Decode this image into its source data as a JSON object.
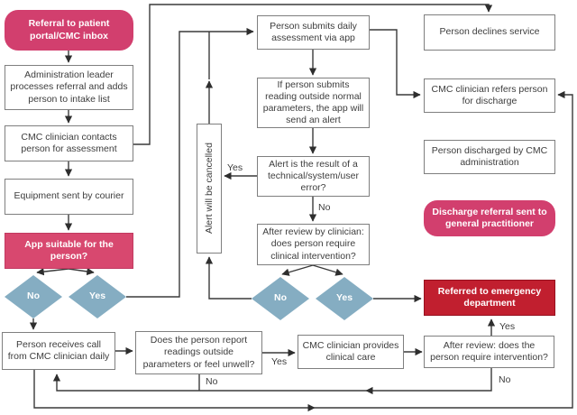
{
  "colors": {
    "pink_rounded": "#d23f6e",
    "pink_fill": "#d8486f",
    "red_fill": "#c11f2f",
    "diamond_blue": "#85adc2",
    "box_border": "#7f7f7f",
    "line": "#3a3a3a"
  },
  "nodes": {
    "referral": {
      "label": "Referral to patient portal/CMC inbox"
    },
    "admin": {
      "label": "Administration leader processes referral and adds person to intake list"
    },
    "contact": {
      "label": "CMC clinician contacts person for assessment"
    },
    "equipment": {
      "label": "Equipment sent by courier"
    },
    "app_suitable": {
      "label": "App suitable for the person?"
    },
    "diamond_no_left": {
      "label": "No"
    },
    "diamond_yes_left": {
      "label": "Yes"
    },
    "receives_call": {
      "label": "Person receives call from CMC clinician daily"
    },
    "report": {
      "label": "Does the person report readings outside parameters or feel unwell?"
    },
    "provides": {
      "label": "CMC clinician provides clinical care"
    },
    "after_review_bottom": {
      "label": "After review: does the person require intervention?"
    },
    "submits": {
      "label": "Person submits daily assessment via app"
    },
    "reading_alert": {
      "label": "If person submits reading outside normal parameters, the app will send an alert"
    },
    "alert_error": {
      "label": "Alert is the result of a technical/system/user error?"
    },
    "after_review_mid": {
      "label": "After review by clinician: does person require clinical intervention?"
    },
    "alert_cancelled": {
      "label": "Alert will be cancelled"
    },
    "diamond_no_mid": {
      "label": "No"
    },
    "diamond_yes_mid": {
      "label": "Yes"
    },
    "declines": {
      "label": "Person declines service"
    },
    "refers_discharge": {
      "label": "CMC clinician refers person for discharge"
    },
    "discharged": {
      "label": "Person discharged by CMC administration"
    },
    "discharge_referral": {
      "label": "Discharge referral sent to general practitioner"
    },
    "emergency": {
      "label": "Referred to emergency department"
    }
  },
  "edge_labels": {
    "alert_error_yes": "Yes",
    "alert_error_no": "No",
    "report_yes": "Yes",
    "report_no": "No",
    "after_review_yes": "Yes",
    "after_review_no": "No"
  },
  "edges": [
    {
      "from": "referral",
      "to": "admin"
    },
    {
      "from": "admin",
      "to": "contact"
    },
    {
      "from": "contact",
      "to": "equipment"
    },
    {
      "from": "contact",
      "to": "declines"
    },
    {
      "from": "equipment",
      "to": "app_suitable"
    },
    {
      "from": "app_suitable",
      "to": "diamond_no_left"
    },
    {
      "from": "app_suitable",
      "to": "diamond_yes_left"
    },
    {
      "from": "diamond_no_left",
      "to": "receives_call"
    },
    {
      "from": "diamond_yes_left",
      "to": "submits"
    },
    {
      "from": "submits",
      "to": "reading_alert"
    },
    {
      "from": "submits",
      "to": "refers_discharge"
    },
    {
      "from": "reading_alert",
      "to": "alert_error"
    },
    {
      "from": "alert_error",
      "to": "alert_cancelled",
      "label": "Yes"
    },
    {
      "from": "alert_error",
      "to": "after_review_mid",
      "label": "No"
    },
    {
      "from": "alert_cancelled",
      "to": "submits"
    },
    {
      "from": "after_review_mid",
      "to": "diamond_no_mid"
    },
    {
      "from": "after_review_mid",
      "to": "diamond_yes_mid"
    },
    {
      "from": "diamond_no_mid",
      "to": "alert_cancelled"
    },
    {
      "from": "diamond_yes_mid",
      "to": "emergency"
    },
    {
      "from": "receives_call",
      "to": "report"
    },
    {
      "from": "receives_call",
      "to": "refers_discharge"
    },
    {
      "from": "report",
      "to": "provides",
      "label": "Yes"
    },
    {
      "from": "report",
      "to": "receives_call",
      "label": "No"
    },
    {
      "from": "provides",
      "to": "after_review_bottom"
    },
    {
      "from": "after_review_bottom",
      "to": "emergency",
      "label": "Yes"
    },
    {
      "from": "after_review_bottom",
      "to": "receives_call",
      "label": "No"
    },
    {
      "from": "declines",
      "to": "refers_discharge"
    },
    {
      "from": "refers_discharge",
      "to": "discharged"
    },
    {
      "from": "discharged",
      "to": "discharge_referral"
    }
  ]
}
